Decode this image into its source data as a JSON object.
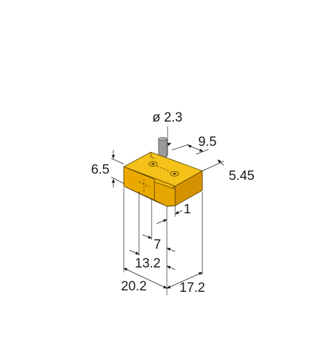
{
  "colors": {
    "housing_top": "#f5c21a",
    "housing_front": "#e9a800",
    "housing_side": "#d59200",
    "cable": "#9a9a9a",
    "lines": "#1a1a1a"
  },
  "dimensions": {
    "cable_diameter": "ø 2.3",
    "top_offset": "9.5",
    "height": "6.5",
    "side_depth": "5.45",
    "step": "1",
    "width_7": "7",
    "width_13": "13.2",
    "width_20": "20.2",
    "width_17": "17.2"
  }
}
